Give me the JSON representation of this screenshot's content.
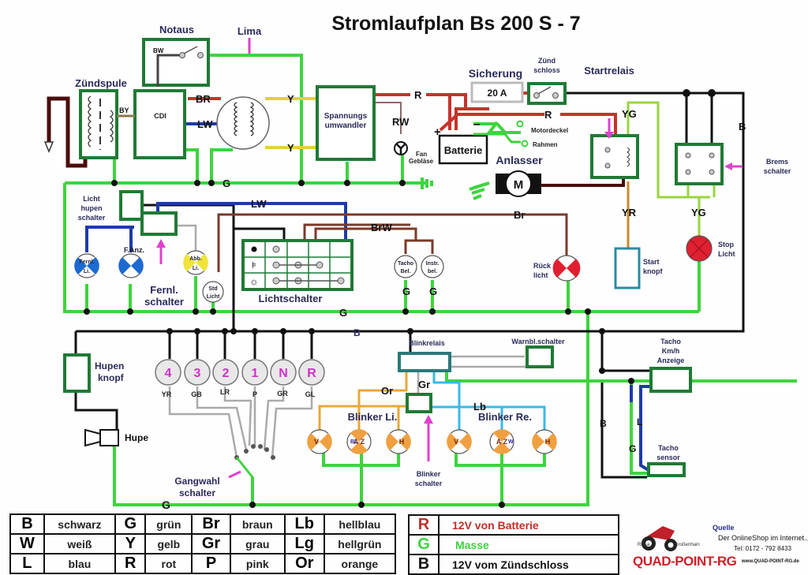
{
  "title": "Stromlaufplan Bs 200 S - 7",
  "components": {
    "notaus": "Notaus",
    "lima": "Lima",
    "zuendspule": "Zündspule",
    "cdi": "CDI",
    "spannungsumwandler_1": "Spannungs",
    "spannungsumwandler_2": "umwandler",
    "fan_1": "Fan",
    "fan_2": "Gebläse",
    "batterie": "Batterie",
    "plus": "+",
    "minus": "–",
    "motordeckel": "Motordeckel",
    "rahmen": "Rahmen",
    "anlasser": "Anlasser",
    "anlasser_symbol": "M",
    "sicherung": "Sicherung",
    "sicherung_value": "20 A",
    "zuendschloss_1": "Zünd",
    "zuendschloss_2": "schloss",
    "startrelais": "Startrelais",
    "bremsschalter_1": "Brems",
    "bremsschalter_2": "schalter",
    "stoplicht_1": "Stop",
    "stoplicht_2": "Licht",
    "startknopf_1": "Start",
    "startknopf_2": "knopf",
    "rucklicht_1": "Rück",
    "rucklicht_2": "licht",
    "lichthupen_1": "Licht",
    "lichthupen_2": "hupen",
    "lichthupen_3": "schalter",
    "fernlicht_1": "Fernl.",
    "fernlicht_2": "Li.",
    "fanz": "F.Anz.",
    "abbl_1": "Abb.",
    "abbl_2": "Li.",
    "fernlschalter_1": "Fernl.",
    "fernlschalter_2": "schalter",
    "std_1": "Std",
    "std_2": "Licht",
    "lichtschalter": "Lichtschalter",
    "tacho_bel_1": "Tacho",
    "tacho_bel_2": "Bel.",
    "instr_bel_1": "Instr.",
    "instr_bel_2": "bel.",
    "hupenknopf_1": "Hupen",
    "hupenknopf_2": "knopf",
    "hupe": "Hupe",
    "gangwahl_1": "Gangwahl",
    "gangwahl_2": "schalter",
    "blinkrelais": "Blinkrelais",
    "warnbl": "Warnbl.schalter",
    "blinker_li": "Blinker Li.",
    "blinker_re": "Blinker Re.",
    "blinkerschalter_1": "Blinker",
    "blinkerschalter_2": "schalter",
    "tacho_kmh_1": "Tacho",
    "tacho_kmh_2": "Km/h",
    "tacho_kmh_3": "Anzeige",
    "tachosensor_1": "Tacho",
    "tachosensor_2": "sensor"
  },
  "gears": [
    {
      "label": "4",
      "wire": "YR"
    },
    {
      "label": "3",
      "wire": "GB"
    },
    {
      "label": "2",
      "wire": "LR"
    },
    {
      "label": "1",
      "wire": "P"
    },
    {
      "label": "N",
      "wire": "GR"
    },
    {
      "label": "R",
      "wire": "GL"
    }
  ],
  "blinker_li_lamps": [
    "V",
    "A Z",
    "H"
  ],
  "blinker_re_lamps": [
    "V",
    "A Z",
    "H"
  ],
  "lamp_side_marks": {
    "left_middle": "BL",
    "right_middle": "W"
  },
  "wire_labels": {
    "bw": "BW",
    "by": "BY",
    "br": "BR",
    "lw": "LW",
    "y1": "Y",
    "y2": "Y",
    "g_top": "G",
    "r1": "R",
    "rw": "RW",
    "r2": "R",
    "yg1": "YG",
    "b_right": "B",
    "yr": "YR",
    "yg2": "YG",
    "lw2": "LW",
    "brw": "BrW",
    "br2": "Br",
    "g_tacho": "G",
    "g_instr": "G",
    "g_mid": "G",
    "b_mid": "B",
    "or": "Or",
    "gr": "Gr",
    "lb": "Lb",
    "g_bottom": "G",
    "b_tacho": "B",
    "l_tacho": "L",
    "g_tacho2": "G"
  },
  "legend_colors": [
    [
      {
        "code": "B",
        "name": "schwarz"
      },
      {
        "code": "G",
        "name": "grün"
      },
      {
        "code": "Br",
        "name": "braun"
      },
      {
        "code": "Lb",
        "name": "hellblau"
      }
    ],
    [
      {
        "code": "W",
        "name": "weiß"
      },
      {
        "code": "Y",
        "name": "gelb"
      },
      {
        "code": "Gr",
        "name": "grau"
      },
      {
        "code": "Lg",
        "name": "hellgrün"
      }
    ],
    [
      {
        "code": "L",
        "name": "blau"
      },
      {
        "code": "R",
        "name": "rot"
      },
      {
        "code": "P",
        "name": "pink"
      },
      {
        "code": "Or",
        "name": "orange"
      }
    ]
  ],
  "legend_circuits": [
    {
      "code": "R",
      "name": "12V von Batterie",
      "color": "#c0302a"
    },
    {
      "code": "G",
      "name": "Masse",
      "color": "#3ed43e"
    },
    {
      "code": "B",
      "name": "12V vom Zündschloss",
      "color": "#111111"
    }
  ],
  "brand": {
    "quelle": "Quelle",
    "shop": "Der OnlineShop im Internet...",
    "tel": "Tel: 0172 - 792 8433",
    "url": "www.QUAD-POINT-RG.de",
    "logo": "QUAD-POINT-RG",
    "city_left": "Riesa -",
    "city_right": "Großenhain"
  },
  "colors": {
    "ground": "#3ed43e",
    "black": "#111111",
    "red": "#c9322a",
    "box": "#1f7a35",
    "label": "#2a2a5a",
    "pink": "#e040d0"
  }
}
